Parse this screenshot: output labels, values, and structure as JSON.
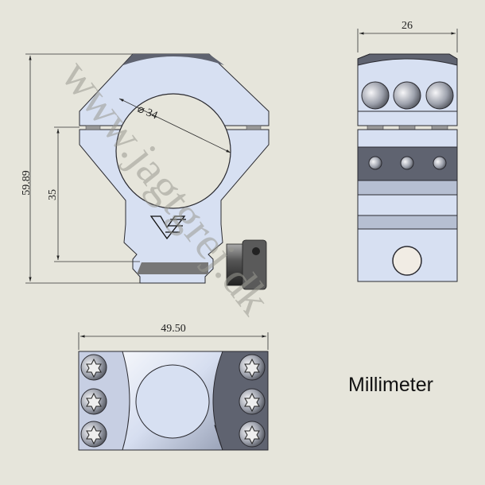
{
  "drawing": {
    "units_label": "Millimeter",
    "watermark": "www.jagtgrej.dk",
    "front_view": {
      "ring_diameter_label": "⌀ 34",
      "total_height_label": "59.89",
      "center_height_label": "35",
      "logo": "VE"
    },
    "side_view": {
      "width_label": "26"
    },
    "top_view": {
      "length_label": "49.50"
    }
  },
  "colors": {
    "background": "#e6e5db",
    "part_light": "#d7e0f2",
    "part_dark": "#5f6370",
    "outline": "#2a2a30"
  }
}
